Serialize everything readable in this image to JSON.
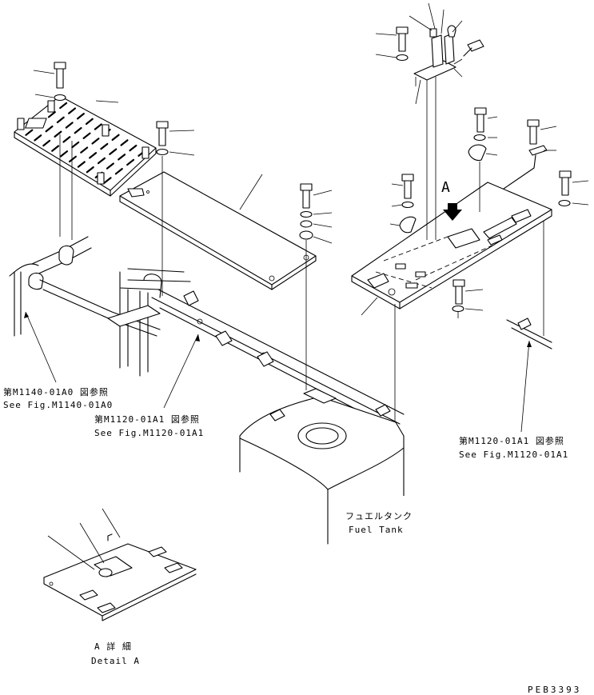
{
  "labels": {
    "ref_m1140_jp": "第M1140-01A0 図参照",
    "ref_m1140_en": "See Fig.M1140-01A0",
    "ref_m1120_left_jp": "第M1120-01A1 図参照",
    "ref_m1120_left_en": "See Fig.M1120-01A1",
    "ref_m1120_right_jp": "第M1120-01A1 図参照",
    "ref_m1120_right_en": "See Fig.M1120-01A1",
    "fuel_tank_jp": "フュエルタンク",
    "fuel_tank_en": "Fuel Tank",
    "view_arrow": "A",
    "detail_jp": "A 詳 細",
    "detail_en": "Detail A",
    "drawing_code": "PEB3393"
  }
}
